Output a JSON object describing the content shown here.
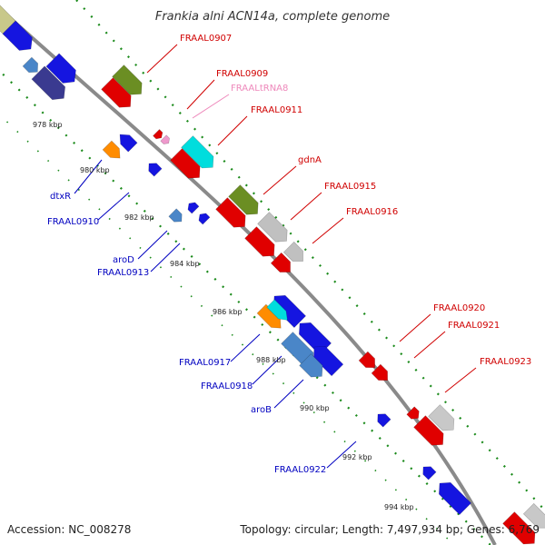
{
  "title": "Frankia alni ACN14a, complete genome",
  "footer": {
    "accession": "Accession: NC_008278",
    "topology": "Topology: circular; Length: 7,497,934 bp; Genes: 6,769"
  },
  "colors": {
    "backbone": "#8a8a8a",
    "tick": "#1a8a1a",
    "forward_label": "#d00000",
    "reverse_label": "#0000c0",
    "trna_label": "#ee88bb"
  },
  "kbp_labels": [
    "978 kbp",
    "980 kbp",
    "982 kbp",
    "984 kbp",
    "986 kbp",
    "988 kbp",
    "990 kbp",
    "992 kbp",
    "994 kbp"
  ],
  "forward_labels": [
    "FRAAL0907",
    "FRAAL0909",
    "FRAALtRNA8",
    "FRAAL0911",
    "gdnA",
    "FRAAL0915",
    "FRAAL0916",
    "FRAAL0920",
    "FRAAL0921",
    "FRAAL0923"
  ],
  "reverse_labels": [
    "dtxR",
    "FRAAL0910",
    "aroD",
    "FRAAL0913",
    "FRAAL0917",
    "FRAAL0918",
    "aroB",
    "FRAAL0922"
  ]
}
